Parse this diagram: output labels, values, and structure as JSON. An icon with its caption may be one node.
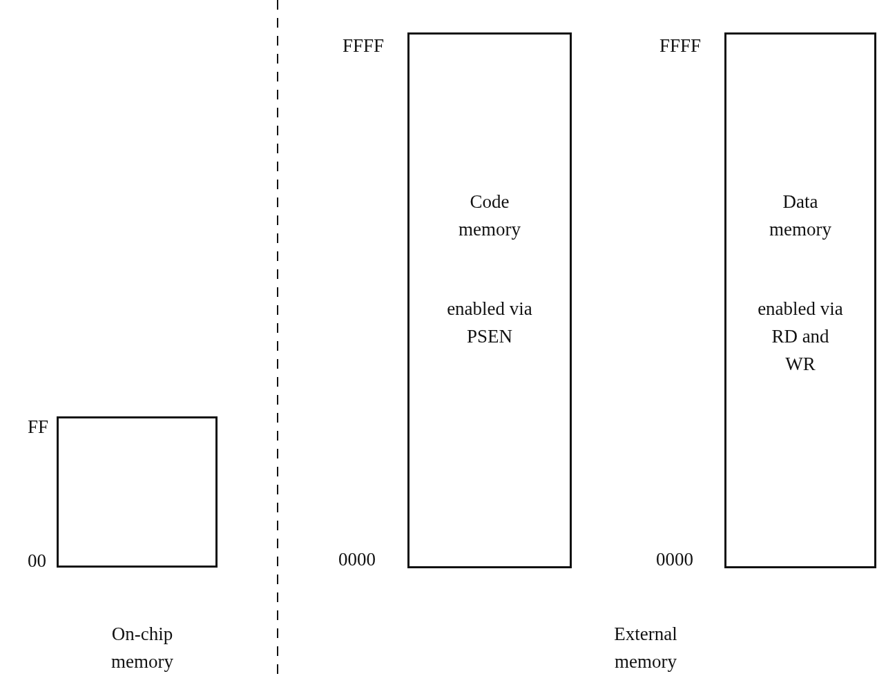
{
  "diagram": {
    "nodes": [
      {
        "text": [],
        "shape": "box",
        "beside": [
          "FF",
          "00",
          "On-chip memory"
        ]
      },
      {
        "text": [
          "Code memory",
          "enabled via PSEN"
        ],
        "beside": [
          "FFFF",
          "0000"
        ]
      },
      {
        "text": [
          "Data memory",
          "enabled via RD and WR"
        ],
        "beside": [
          "FFFF",
          "0000"
        ]
      }
    ],
    "labels": [
      "External memory"
    ]
  }
}
